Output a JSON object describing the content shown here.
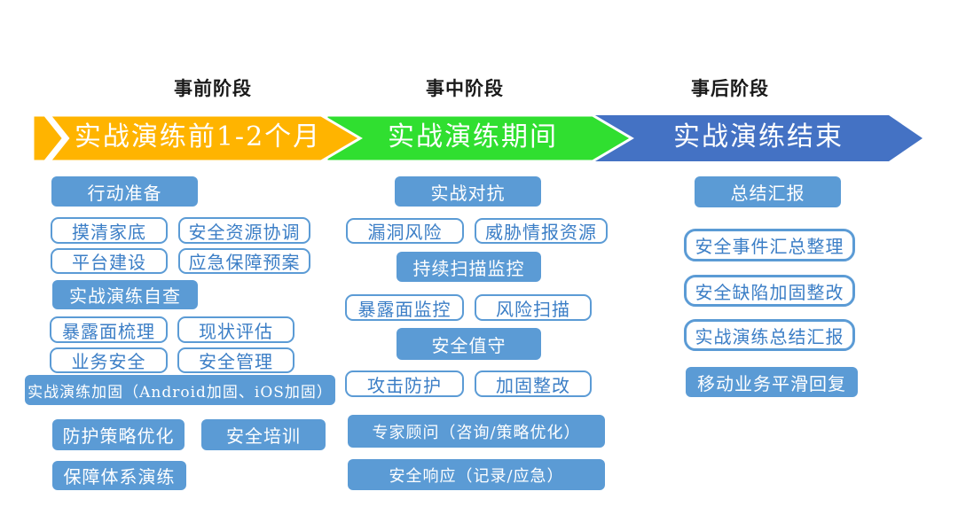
{
  "colors": {
    "banner_pre": "#FFB400",
    "banner_mid": "#30DF30",
    "banner_post": "#4472C4",
    "box_fill": "#5B9BD5",
    "box_outline_border": "#5B9BD5",
    "box_outline_text": "#3B7EC6",
    "phase_label_text": "#1a1a1a"
  },
  "phases": [
    {
      "label": "事前阶段",
      "banner": "实战演练前1-2个月"
    },
    {
      "label": "事中阶段",
      "banner": "实战演练期间"
    },
    {
      "label": "事后阶段",
      "banner": "实战演练结束"
    }
  ],
  "boxes": {
    "pre": [
      "行动准备",
      "摸清家底",
      "安全资源协调",
      "平台建设",
      "应急保障预案",
      "实战演练自查",
      "暴露面梳理",
      "现状评估",
      "业务安全",
      "安全管理",
      "实战演练加固（Android加固、iOS加固）",
      "防护策略优化",
      "安全培训",
      "保障体系演练"
    ],
    "mid": [
      "实战对抗",
      "漏洞风险",
      "威胁情报资源",
      "持续扫描监控",
      "暴露面监控",
      "风险扫描",
      "安全值守",
      "攻击防护",
      "加固整改",
      "专家顾问（咨询/策略优化）",
      "安全响应（记录/应急）"
    ],
    "post": [
      "总结汇报",
      "安全事件汇总整理",
      "安全缺陷加固整改",
      "实战演练总结汇报",
      "移动业务平滑回复"
    ]
  }
}
